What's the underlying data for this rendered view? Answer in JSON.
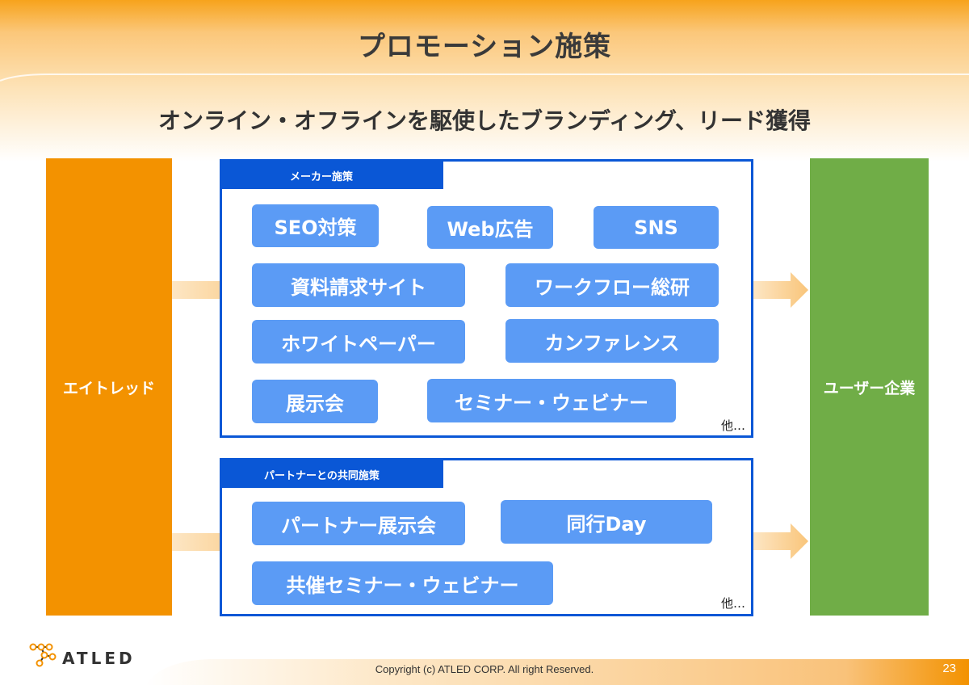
{
  "slide": {
    "title": "プロモーション施策",
    "subtitle": "オンライン・オフラインを駆使したブランディング、リード獲得"
  },
  "left_column": {
    "label": "エイトレッド",
    "color": "#f39200"
  },
  "right_column": {
    "label": "ユーザー企業",
    "color": "#70ad47"
  },
  "maker_panel": {
    "title": "メーカー施策",
    "items": [
      "SEO対策",
      "Web広告",
      "SNS",
      "資料請求サイト",
      "ワークフロー総研",
      "ホワイトペーパー",
      "カンファレンス",
      "展示会",
      "セミナー・ウェビナー"
    ],
    "etc": "他…"
  },
  "partner_panel": {
    "title": "パートナーとの共同施策",
    "items": [
      "パートナー展示会",
      "同行Day",
      "共催セミナー・ウェビナー"
    ],
    "etc": "他…"
  },
  "footer": {
    "logo_text": "ATLED",
    "copyright": "Copyright (c)  ATLED CORP. All right Reserved.",
    "page_number": "23"
  },
  "colors": {
    "accent_orange": "#f39200",
    "panel_border_blue": "#0a57d6",
    "pill_blue": "#5b9bf5",
    "user_green": "#70ad47"
  }
}
